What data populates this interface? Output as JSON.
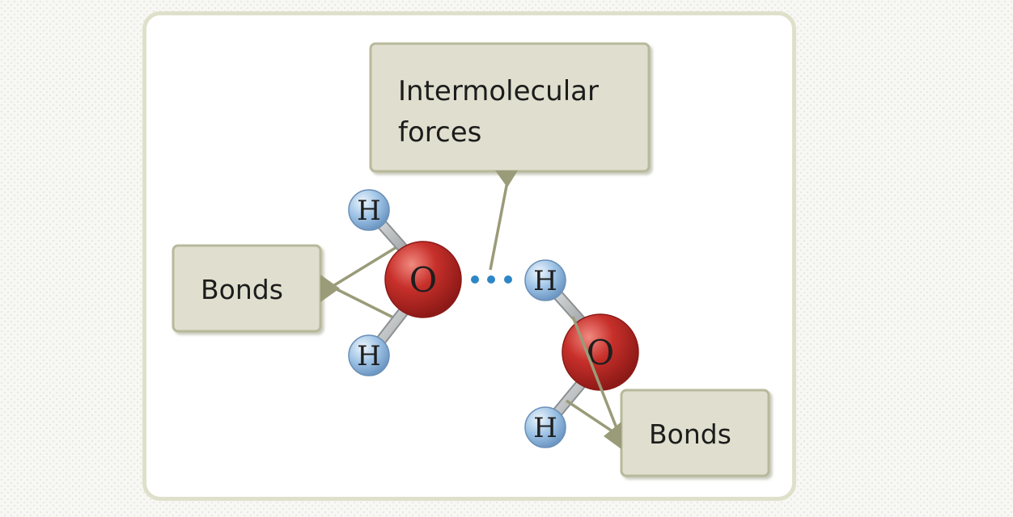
{
  "labels": {
    "intermolecular_line1": "Intermolecular",
    "intermolecular_line2": "forces",
    "bonds_left": "Bonds",
    "bonds_right": "Bonds"
  },
  "atoms": {
    "oxygen_1": "O",
    "hydrogen_1_top": "H",
    "hydrogen_1_bottom": "H",
    "oxygen_2": "O",
    "hydrogen_2_top": "H",
    "hydrogen_2_bottom": "H"
  },
  "colors": {
    "label_box_fill": "#e0dfcf",
    "label_box_border": "#b8b99b",
    "pointer": "#9a9b78",
    "oxygen": "#c42a27",
    "hydrogen": "#8fb8df",
    "bond": "#b9bcbd",
    "hydrogen_bond_dots": "#2f86c6"
  }
}
